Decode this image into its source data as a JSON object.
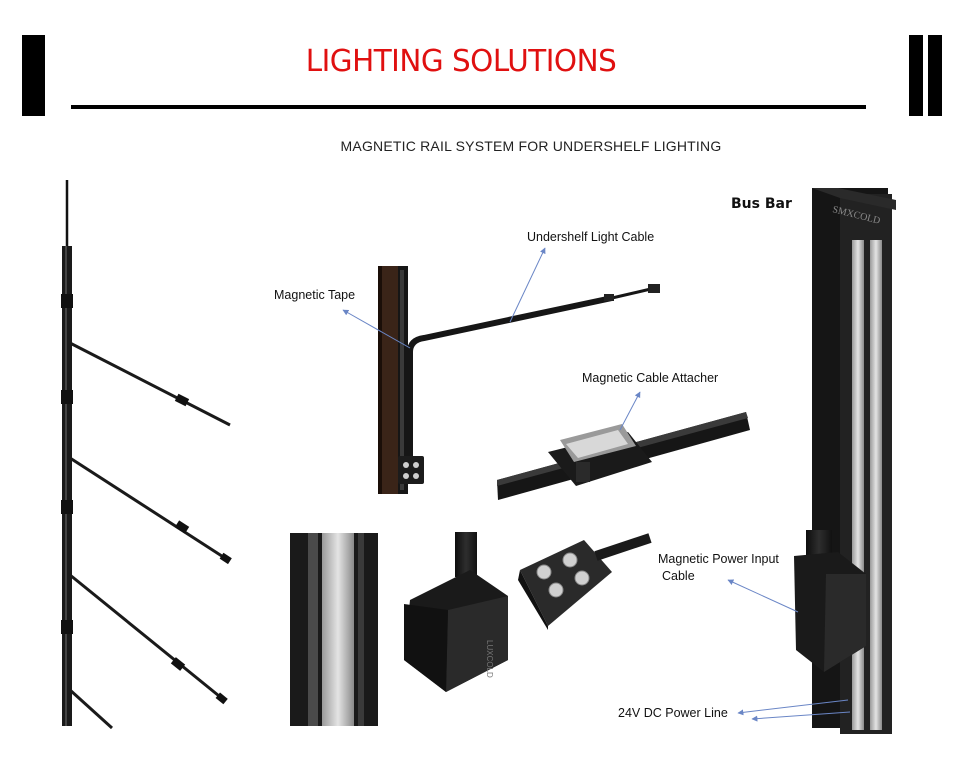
{
  "header": {
    "title": "LIGHTING SOLUTIONS",
    "subtitle": "MAGNETIC RAIL SYSTEM FOR UNDERSHELF LIGHTING"
  },
  "labels": {
    "bus_bar": "Bus Bar",
    "undershelf_light_cable": "Undershelf Light Cable",
    "magnetic_tape": "Magnetic Tape",
    "magnetic_cable_attacher": "Magnetic Cable Attacher",
    "magnetic_power_input_cable_line1": "Magnetic Power Input",
    "magnetic_power_input_cable_line2": "Cable",
    "power_line": "24V DC Power Line"
  },
  "product_marks": {
    "bus_bar_brand": "SMXCOLD",
    "connector_brand": "LUXCOLD"
  },
  "colors": {
    "title": "#e01010",
    "callout_arrow": "#6a86c6",
    "product_black": "#1a1a1a",
    "tape_brown": "#3a2418"
  }
}
